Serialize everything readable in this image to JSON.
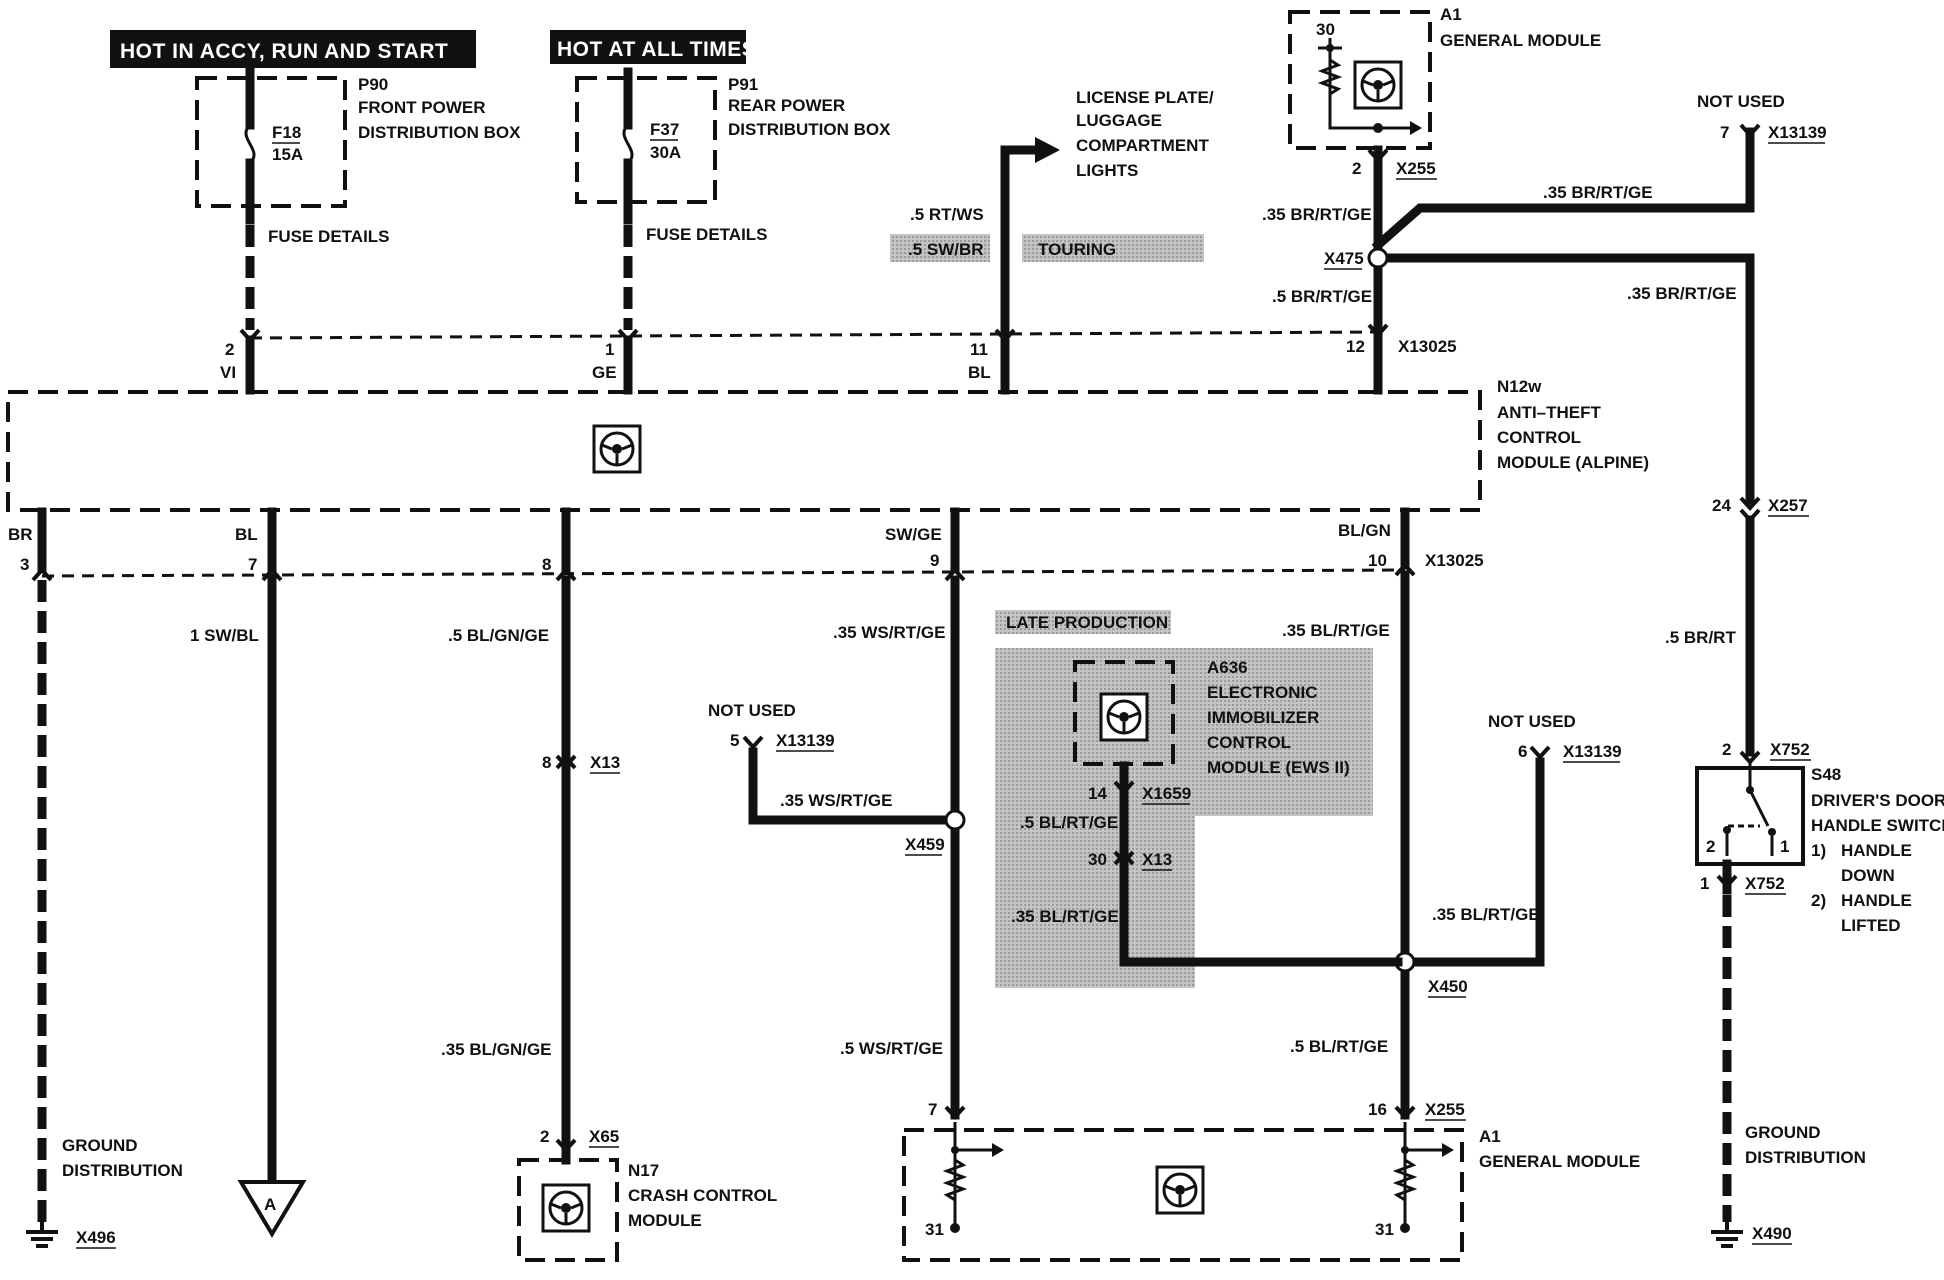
{
  "headers": {
    "accy": "HOT IN ACCY, RUN AND START",
    "always": "HOT AT ALL TIMES"
  },
  "fuses": {
    "front": {
      "id": "P90",
      "name1": "FRONT POWER",
      "name2": "DISTRIBUTION BOX",
      "fuse": "F18",
      "rating": "15A",
      "details": "FUSE DETAILS",
      "pin": "2",
      "color": "VI"
    },
    "rear": {
      "id": "P91",
      "name1": "REAR POWER",
      "name2": "DISTRIBUTION BOX",
      "fuse": "F37",
      "rating": "30A",
      "details": "FUSE DETAILS",
      "pin": "1",
      "color": "GE"
    }
  },
  "license": {
    "name1": "LICENSE PLATE/",
    "name2": "LUGGAGE",
    "name3": "COMPARTMENT",
    "name4": "LIGHTS",
    "wire": ".5 RT/WS",
    "wire_touring": ".5 SW/BR",
    "touring": "TOURING",
    "pin": "11",
    "color": "BL"
  },
  "general_top": {
    "id": "A1",
    "name": "GENERAL MODULE",
    "pin_int": "30",
    "pin": "2",
    "conn": "X255",
    "wire1": ".35 BR/RT/GE",
    "splice": "X475",
    "wire2": ".5 BR/RT/GE",
    "n12_pin": "12",
    "n12_conn": "X13025"
  },
  "not_used": {
    "label": "NOT USED",
    "a": {
      "pin": "7",
      "conn": "X13139"
    },
    "b": {
      "pin": "5",
      "conn": "X13139"
    },
    "c": {
      "pin": "6",
      "conn": "X13139"
    }
  },
  "right_branch": {
    "wire_top": ".35 BR/RT/GE",
    "wire_down": ".35 BR/RT/GE",
    "pin": "24",
    "conn": "X257",
    "wire2": ".5 BR/RT"
  },
  "n12": {
    "id": "N12w",
    "name1": "ANTI–THEFT",
    "name2": "CONTROL",
    "name3": "MODULE (ALPINE)"
  },
  "n12_bottom": {
    "p3": {
      "pin": "3",
      "color": "BR"
    },
    "p7": {
      "pin": "7",
      "color": "BL"
    },
    "p8": {
      "pin": "8"
    },
    "p9": {
      "pin": "9",
      "color": "SW/GE"
    },
    "p10": {
      "pin": "10",
      "color": "BL/GN",
      "conn": "X13025"
    }
  },
  "wires": {
    "sw_bl": "1 SW/BL",
    "bl_gn_ge_1": ".5 BL/GN/GE",
    "bl_gn_ge_2": ".35 BL/GN/GE",
    "x13_pin": "8",
    "x13_conn": "X13",
    "ws_rt_ge_1": ".35 WS/RT/GE",
    "ws_rt_ge_nu": ".35 WS/RT/GE",
    "x459": "X459",
    "ws_rt_ge_2": ".5 WS/RT/GE",
    "bl_rt_ge_1": ".35 BL/RT/GE",
    "bl_rt_ge_2": ".35 BL/RT/GE",
    "x450": "X450",
    "bl_rt_ge_3": ".5 BL/RT/GE"
  },
  "late": {
    "title": "LATE PRODUCTION",
    "id": "A636",
    "name1": "ELECTRONIC",
    "name2": "IMMOBILIZER",
    "name3": "CONTROL",
    "name4": "MODULE (EWS II)",
    "pin1": "14",
    "conn1": "X1659",
    "wire1": ".5 BL/RT/GE",
    "pin2": "30",
    "conn2": "X13",
    "wire2": ".35 BL/RT/GE"
  },
  "general_bottom": {
    "id": "A1",
    "name": "GENERAL MODULE",
    "pin_a": "7",
    "pin_b": "16",
    "conn": "X255",
    "gnd_a": "31",
    "gnd_b": "31"
  },
  "crash": {
    "id": "N17",
    "name1": "CRASH CONTROL",
    "name2": "MODULE",
    "pin": "2",
    "conn": "X65"
  },
  "ground_left": {
    "label1": "GROUND",
    "label2": "DISTRIBUTION",
    "conn": "X496"
  },
  "ground_right": {
    "label1": "GROUND",
    "label2": "DISTRIBUTION",
    "conn": "X490"
  },
  "offpage": {
    "label": "A"
  },
  "switch": {
    "id": "S48",
    "name1": "DRIVER'S DOOR",
    "name2": "HANDLE SWITCH",
    "pin_top": "2",
    "conn_top": "X752",
    "pin_bottom": "1",
    "conn_bottom": "X752",
    "contact_a": "2",
    "contact_b": "1",
    "note1_num": "1)",
    "note1a": "HANDLE",
    "note1b": "DOWN",
    "note2_num": "2)",
    "note2a": "HANDLE",
    "note2b": "LIFTED"
  }
}
